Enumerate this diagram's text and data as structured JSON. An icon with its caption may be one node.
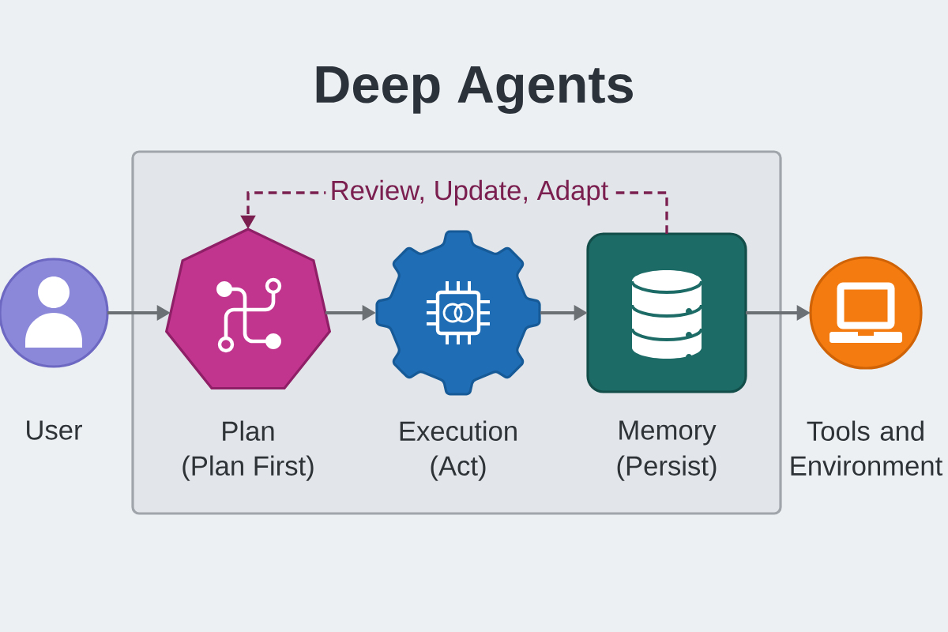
{
  "diagram": {
    "title": "Deep Agents",
    "nodes": [
      {
        "text": [
          "User"
        ]
      },
      {
        "text": [],
        "shape": "box"
      },
      {
        "text": [
          "Plan",
          "(Plan First)"
        ],
        "in": 1
      },
      {
        "text": [
          "Execution",
          "(Act)"
        ],
        "in": 1
      },
      {
        "text": [
          "Memory",
          "(Persist)"
        ],
        "in": 1
      },
      {
        "text": [
          "Tools and Environment"
        ]
      }
    ],
    "edges": [
      {
        "from": 0,
        "to": 2,
        "arrow": "to"
      },
      {
        "from": 2,
        "to": 3,
        "arrow": "to"
      },
      {
        "from": 3,
        "to": 4,
        "arrow": "to"
      },
      {
        "from": 4,
        "to": 5,
        "arrow": "to"
      },
      {
        "from": 4,
        "to": 2,
        "arrow": "to",
        "label": "Review, Update, Adapt",
        "style": "dashed",
        "color": "#7a1f4f"
      }
    ]
  }
}
